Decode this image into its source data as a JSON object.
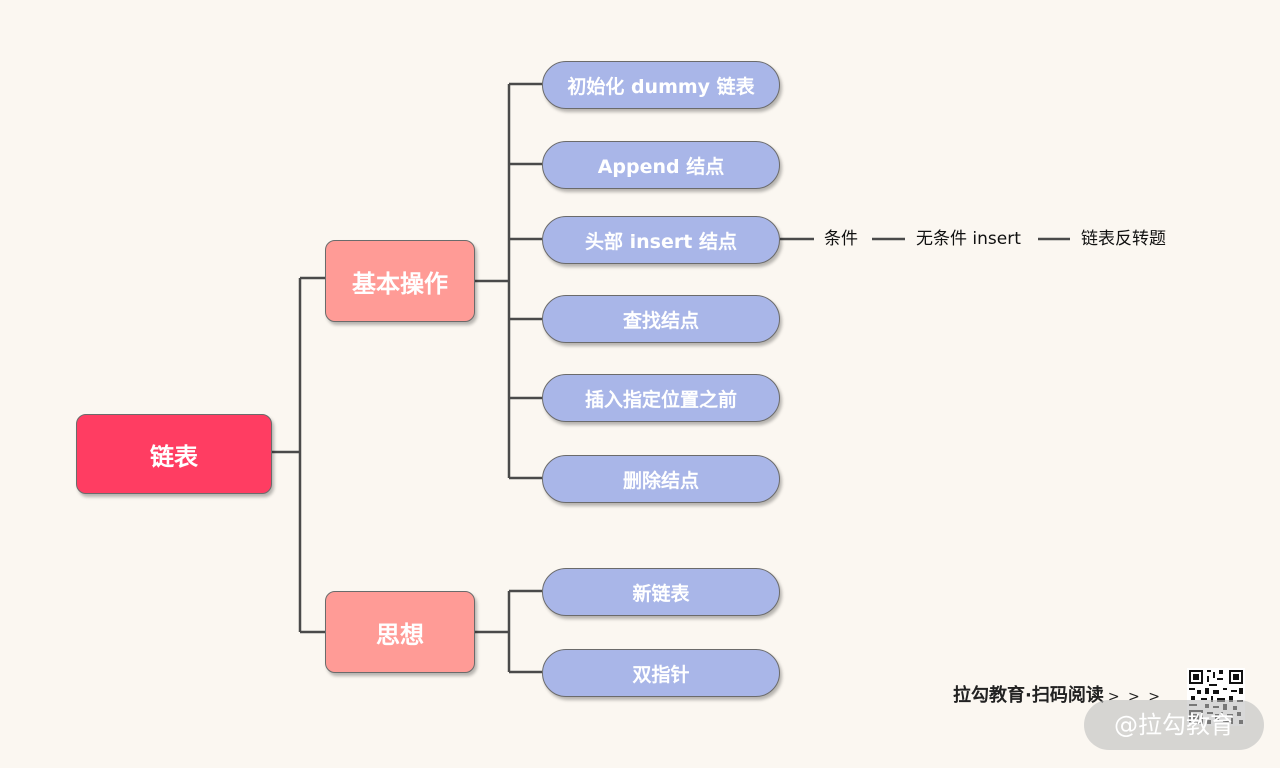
{
  "root": {
    "label": "链表"
  },
  "branches": [
    {
      "label": "基本操作",
      "children": [
        {
          "label": "初始化 dummy 链表"
        },
        {
          "label": "Append 结点"
        },
        {
          "label": "头部 insert 结点"
        },
        {
          "label": "查找结点"
        },
        {
          "label": "插入指定位置之前"
        },
        {
          "label": "删除结点"
        }
      ]
    },
    {
      "label": "思想",
      "children": [
        {
          "label": "新链表"
        },
        {
          "label": "双指针"
        }
      ]
    }
  ],
  "insert_chain": [
    "条件",
    "无条件 insert",
    "链表反转题"
  ],
  "footer": {
    "text": "拉勾教育·扫码阅读",
    "arrows": "> > >",
    "watermark": "@拉勾教育"
  },
  "colors": {
    "root": "#ff3d62",
    "level1": "#ff9b96",
    "level2": "#a9b6e8",
    "line": "#4a4a4a",
    "background": "#fbf7f1"
  },
  "icons": [
    "qr-code-icon"
  ]
}
